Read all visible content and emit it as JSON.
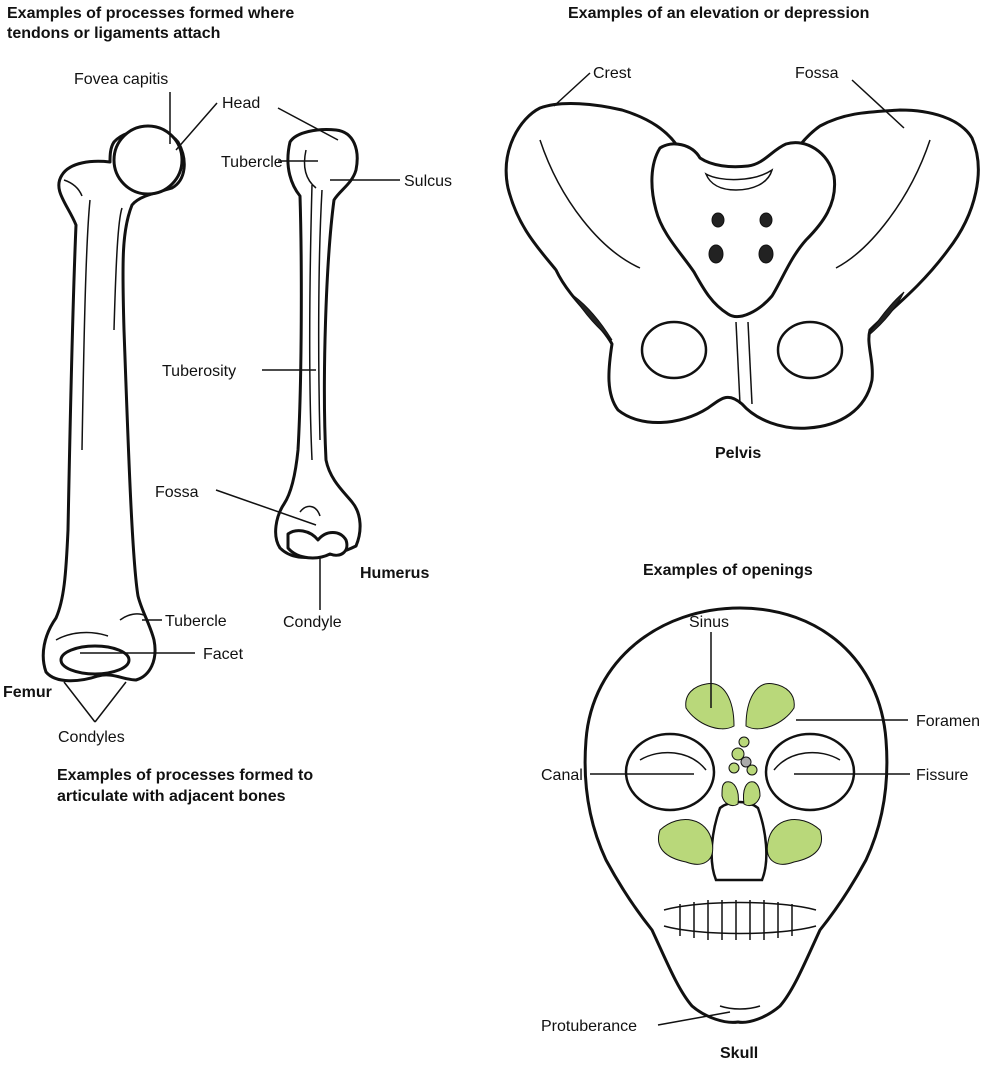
{
  "headings": {
    "tendons_line1": "Examples of processes formed where",
    "tendons_line2": "tendons or ligaments attach",
    "elevation": "Examples of an elevation or depression",
    "articulate_line1": "Examples of processes formed to",
    "articulate_line2": "articulate with adjacent bones",
    "openings": "Examples of openings"
  },
  "bone_names": {
    "femur": "Femur",
    "humerus": "Humerus",
    "pelvis": "Pelvis",
    "skull": "Skull"
  },
  "femur_labels": {
    "fovea_capitis": "Fovea capitis",
    "head": "Head",
    "tubercle": "Tubercle",
    "facet": "Facet",
    "condyles": "Condyles"
  },
  "humerus_labels": {
    "tubercle": "Tubercle",
    "sulcus": "Sulcus",
    "tuberosity": "Tuberosity",
    "fossa": "Fossa",
    "condyle": "Condyle"
  },
  "pelvis_labels": {
    "crest": "Crest",
    "fossa": "Fossa"
  },
  "skull_labels": {
    "sinus": "Sinus",
    "foramen": "Foramen",
    "canal": "Canal",
    "fissure": "Fissure",
    "protuberance": "Protuberance"
  },
  "colors": {
    "sinus_fill": "#b9d87a",
    "line": "#111111",
    "background": "#ffffff"
  }
}
